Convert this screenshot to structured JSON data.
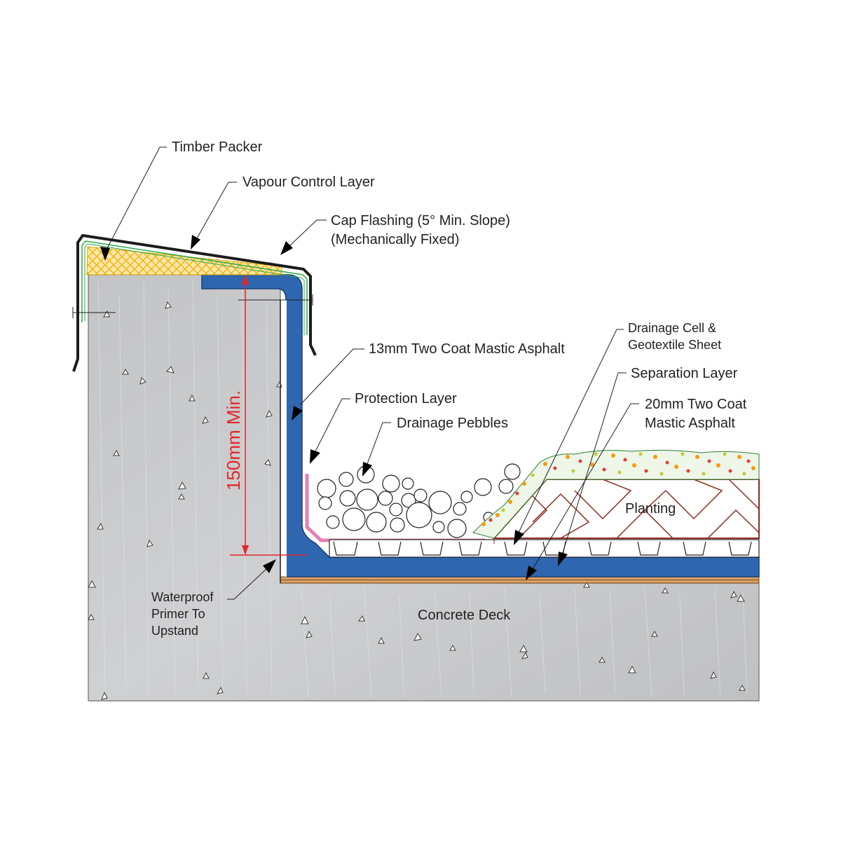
{
  "diagram": {
    "labels": {
      "timber_packer": "Timber Packer",
      "vapour_control_layer": "Vapour Control Layer",
      "cap_flashing_line1": "Cap Flashing (5° Min. Slope)",
      "cap_flashing_line2": "(Mechanically Fixed)",
      "mastic_13mm": "13mm Two Coat Mastic Asphalt",
      "protection_layer": "Protection Layer",
      "drainage_pebbles": "Drainage Pebbles",
      "drainage_cell_line1": "Drainage  Cell &",
      "drainage_cell_line2": "Geotextile Sheet",
      "separation_layer": "Separation Layer",
      "mastic_20mm_line1": "20mm Two Coat",
      "mastic_20mm_line2": "Mastic Asphalt",
      "planting": "Planting",
      "primer_line1": "Waterproof",
      "primer_line2": "Primer To",
      "primer_line3": "Upstand",
      "concrete_deck": "Concrete Deck",
      "dimension": "150mm  Min."
    },
    "colors": {
      "concrete": "#c8c9cb",
      "asphalt": "#2e66b0",
      "asphalt_edge": "#1a3f78",
      "protection": "#e47fb4",
      "timber": "#f4c44a",
      "vcl": "#2ea84a",
      "separation": "#c97a3a",
      "planting_frame": "#8b2b1d",
      "dimension": "#e3262d",
      "line": "#231f20"
    }
  }
}
